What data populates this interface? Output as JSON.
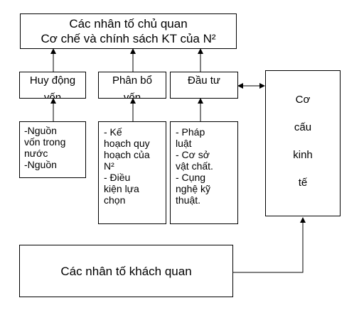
{
  "top_box": {
    "line1": "Các nhân tố chủ quan",
    "line2": "Cơ chế và chính sách KT của N²"
  },
  "mid_boxes": [
    {
      "label": "Huy động vốn"
    },
    {
      "label": "Phân bổ vốn"
    },
    {
      "label": "Đầu tư"
    }
  ],
  "detail_boxes": [
    {
      "lines": [
        "-Nguồn",
        "vốn trong",
        "nước",
        "-Nguồn"
      ]
    },
    {
      "lines": [
        "- Kế",
        "hoạch quy",
        "hoạch của",
        "N²",
        "- Điều",
        "kiện lựa",
        "chọn"
      ]
    },
    {
      "lines": [
        "- Pháp",
        "luật",
        "- Cơ sở",
        "vật chất.",
        "- Cụng",
        "nghệ kỹ",
        "thuật."
      ]
    }
  ],
  "right_box": {
    "lines": [
      "Cơ",
      "cấu",
      "kinh",
      "tế"
    ]
  },
  "bottom_box": {
    "label": "Các nhân tố khách quan"
  }
}
